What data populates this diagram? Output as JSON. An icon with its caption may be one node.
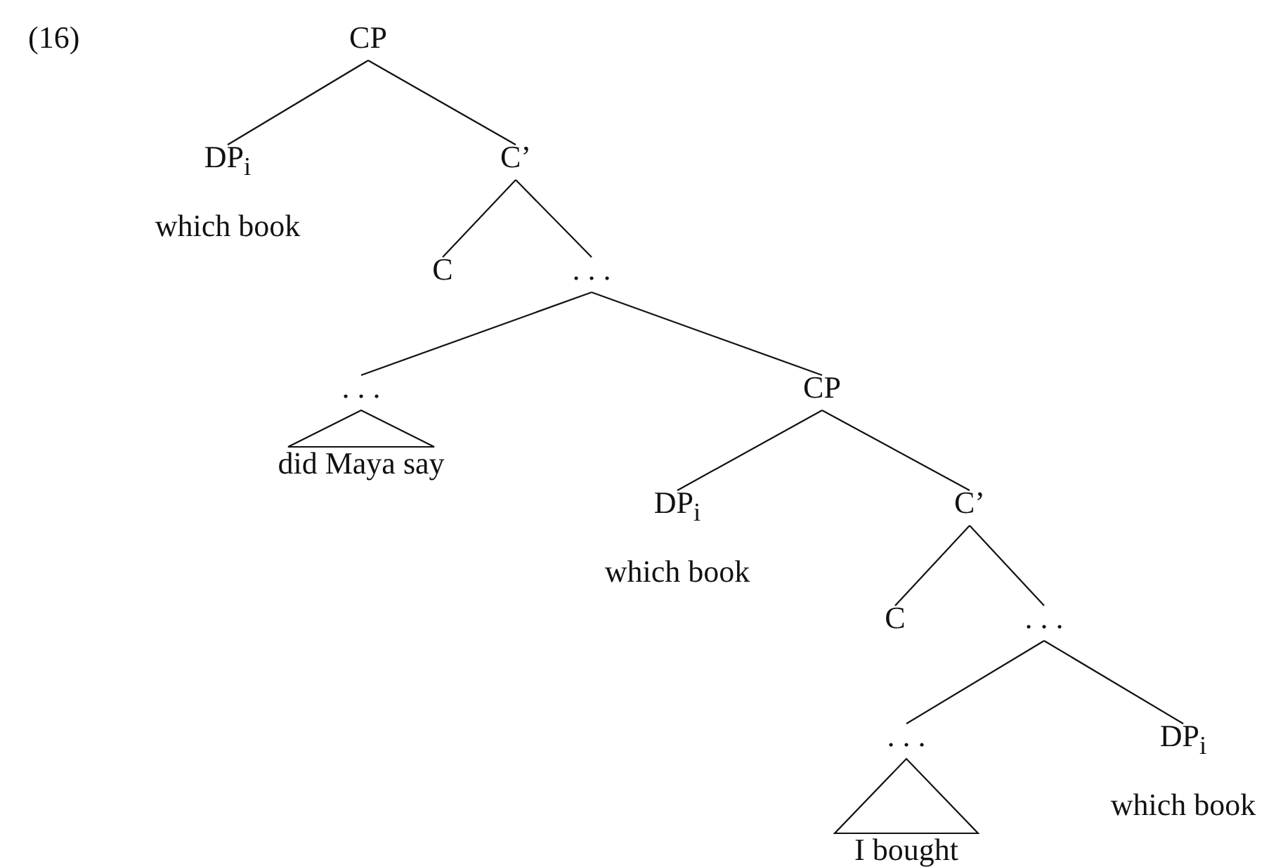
{
  "diagram": {
    "nodes": [
      {
        "text": [
          "CP"
        ]
      },
      {
        "text": [
          "DP$_{i}$",
          "which book"
        ]
      },
      {
        "text": [
          "C’"
        ]
      },
      {
        "text": [
          "C"
        ]
      },
      {
        "text": [
          ". . ."
        ]
      },
      {
        "text": [
          ". . ."
        ]
      },
      {
        "text": [
          "did Maya say"
        ]
      },
      {
        "text": [
          "CP"
        ]
      },
      {
        "text": [
          "DP$_{i}$",
          "which book"
        ]
      },
      {
        "text": [
          "C’"
        ]
      },
      {
        "text": [
          "C"
        ]
      },
      {
        "text": [
          ". . ."
        ]
      },
      {
        "text": [
          ". . ."
        ]
      },
      {
        "text": [
          "I bought"
        ]
      },
      {
        "text": [
          "DP$_{i}$",
          "which book"
        ]
      }
    ],
    "edges": [
      {
        "from": 0,
        "to": 1,
        "arrow": "none"
      },
      {
        "from": 0,
        "to": 2,
        "arrow": "none"
      },
      {
        "from": 2,
        "to": 3,
        "arrow": "none"
      },
      {
        "from": 2,
        "to": 4,
        "arrow": "none"
      },
      {
        "from": 4,
        "to": 5,
        "arrow": "none"
      },
      {
        "from": 4,
        "to": 7,
        "arrow": "none"
      },
      {
        "from": 5,
        "to": 6,
        "arrow": "none"
      },
      {
        "from": 7,
        "to": 8,
        "arrow": "none"
      },
      {
        "from": 7,
        "to": 9,
        "arrow": "none"
      },
      {
        "from": 9,
        "to": 10,
        "arrow": "none"
      },
      {
        "from": 9,
        "to": 11,
        "arrow": "none"
      },
      {
        "from": 11,
        "to": 12,
        "arrow": "none"
      },
      {
        "from": 11,
        "to": 14,
        "arrow": "none"
      },
      {
        "from": 12,
        "to": 13,
        "arrow": "none"
      }
    ],
    "labels": [
      "(16)"
    ]
  }
}
